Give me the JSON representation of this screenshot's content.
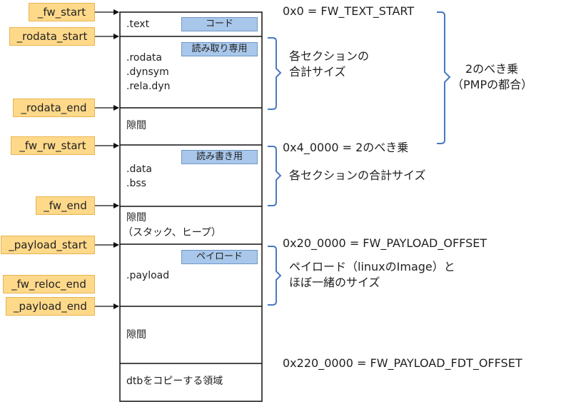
{
  "symbols": {
    "fw_start": "_fw_start",
    "rodata_start": "_rodata_start",
    "rodata_end": "_rodata_end",
    "fw_rw_start": "_fw_rw_start",
    "fw_end": "_fw_end",
    "payload_start": "_payload_start",
    "fw_reloc_end": "_fw_reloc_end",
    "payload_end": "_payload_end"
  },
  "sections": {
    "text": ".text",
    "rodata_lines": [
      ".rodata",
      ".dynsym",
      ".rela.dyn"
    ],
    "gap1": "隙間",
    "data_lines": [
      ".data",
      ".bss"
    ],
    "gap2_lines": [
      "隙間",
      "（スタック、ヒープ）"
    ],
    "payload": ".payload",
    "gap3": "隙間",
    "dtb": "dtbをコピーする領域"
  },
  "badges": {
    "code": "コード",
    "readonly": "読み取り専用",
    "readwrite": "読み書き用",
    "payload": "ペイロード"
  },
  "annotations": {
    "text_start": "0x0 = FW_TEXT_START",
    "ro_size_lines": [
      "各セクションの",
      "合計サイズ"
    ],
    "pow2_lines": [
      "2のべき乗",
      "（PMPの都合）"
    ],
    "rw_start": "0x4_0000 = 2のべき乗",
    "rw_size": "各セクションの合計サイズ",
    "payload_offset": "0x20_0000 = FW_PAYLOAD_OFFSET",
    "payload_size_lines": [
      "ペイロード（linuxのImage）と",
      "ほぼ一緒のサイズ"
    ],
    "fdt_offset": "0x220_0000 = FW_PAYLOAD_FDT_OFFSET"
  },
  "colors": {
    "symbol_fill": "#ffd98a",
    "symbol_border": "#e8b450",
    "badge_fill": "#a9c7ea",
    "badge_border": "#6f97c9",
    "brace": "#4a78c2"
  }
}
